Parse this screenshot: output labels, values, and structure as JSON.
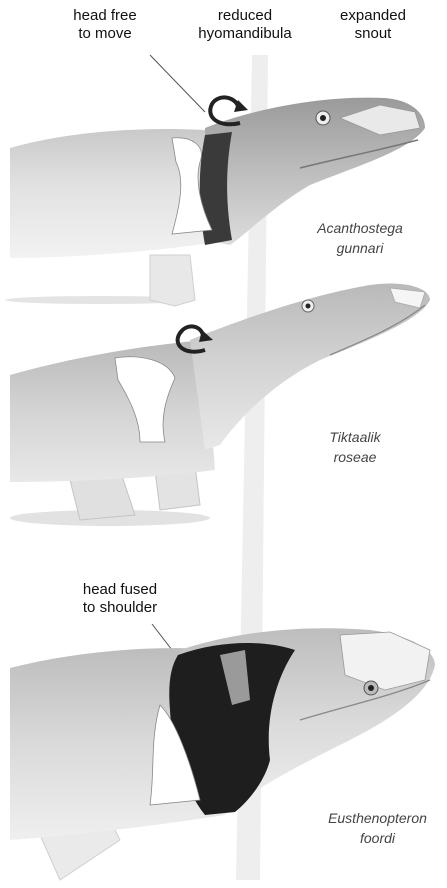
{
  "labels": {
    "head_free": "head free\nto move",
    "reduced_hyomandibula": "reduced\nhyomandibula",
    "expanded_snout": "expanded\nsnout",
    "head_fused": "head fused\nto shoulder"
  },
  "species": [
    {
      "genus": "Acanthostega",
      "epithet": "gunnari"
    },
    {
      "genus": "Tiktaalik",
      "epithet": "roseae"
    },
    {
      "genus": "Eusthenopteron",
      "epithet": "foordi"
    }
  ],
  "colors": {
    "body_light": "#e6e6e6",
    "body_mid": "#c8c8c8",
    "body_dark": "#8f8f8f",
    "shoulder_black": "#1e1e1e",
    "background_band": "#eeeeee"
  }
}
